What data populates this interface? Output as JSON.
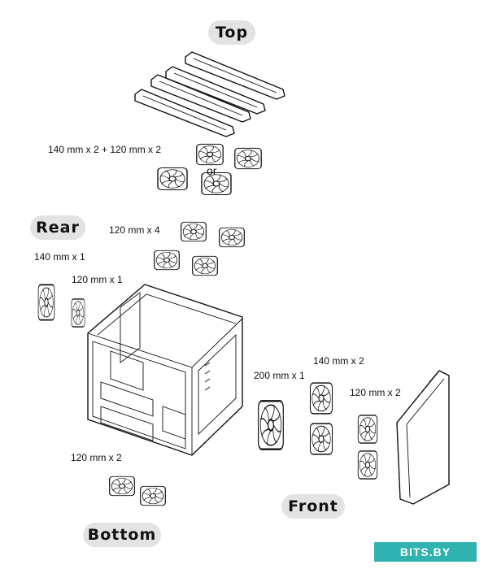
{
  "sections": {
    "top": "Top",
    "rear": "Rear",
    "front": "Front",
    "bottom": "Bottom"
  },
  "fan_labels": {
    "top_option_a": "140 mm x 2 + 120 mm x 2",
    "top_or": "or",
    "top_option_b": "120 mm x 4",
    "rear_140": "140 mm x 1",
    "rear_120": "120 mm x 1",
    "front_200": "200 mm x 1",
    "front_140": "140 mm x 2",
    "front_120": "120 mm x 2",
    "bottom_120": "120 mm x 2"
  },
  "watermark": "BITS.BY"
}
